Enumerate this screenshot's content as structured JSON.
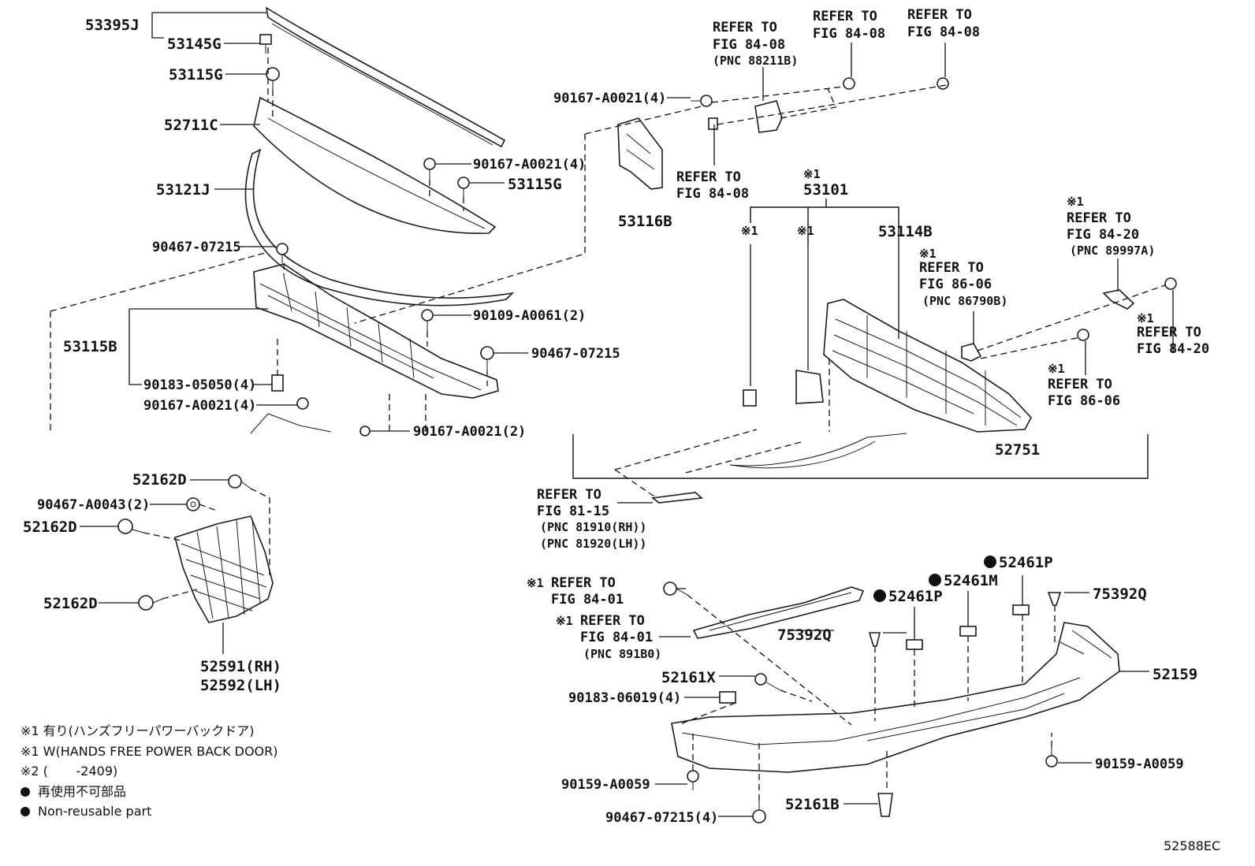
{
  "parts": {
    "p53395J": "53395J",
    "p53145G": "53145G",
    "p53115G_a": "53115G",
    "p52711C": "52711C",
    "p53121J": "53121J",
    "p90467_07215_a": "90467-07215",
    "p53115B": "53115B",
    "p90183_05050": "90183-05050(4)",
    "p90167_A0021_b": "90167-A0021(4)",
    "p90167_A0021_c": "90167-A0021(2)",
    "p90167_A0021_mid": "90167-A0021(4)",
    "p53115G_b": "53115G",
    "p90109": "90109-A0061(2)",
    "p90467_07215_b": "90467-07215",
    "p90167_A0021_top": "90167-A0021(4)",
    "p53116B": "53116B",
    "p53101": "53101",
    "p53114B": "53114B",
    "p52751": "52751",
    "p52162D_a": "52162D",
    "p90467_A0043": "90467-A0043(2)",
    "p52162D_b": "52162D",
    "p52162D_c": "52162D",
    "p52591": "52591(RH)",
    "p52592": "52592(LH)",
    "p52461P_a": "52461P",
    "p52461M": "52461M",
    "p52461P_b": "52461P",
    "p75392Q_a": "75392Q",
    "p75392Q_b": "75392Q",
    "p52161X": "52161X",
    "p90183_06019": "90183-06019(4)",
    "p52159": "52159",
    "p90159_A0059_a": "90159-A0059",
    "p90159_A0059_b": "90159-A0059",
    "p90467_07215_c": "90467-07215(4)",
    "p52161B": "52161B"
  },
  "refs": {
    "refer_to": "REFER TO",
    "fig_84_08": "FIG 84-08",
    "pnc_88211B": "(PNC 88211B)",
    "fig_84_20": "FIG 84-20",
    "pnc_89997A": "(PNC 89997A)",
    "fig_86_06": "FIG 86-06",
    "pnc_86790B": "(PNC 86790B)",
    "fig_81_15": "FIG 81-15",
    "pnc_81910": "(PNC 81910(RH))",
    "pnc_81920": "(PNC 81920(LH))",
    "fig_84_01": "FIG 84-01",
    "pnc_891B0": "(PNC 891B0)",
    "mark1": "※1"
  },
  "notes": {
    "n1": "※1 有り(ハンズフリーパワーバックドア)",
    "n2": "※1 W(HANDS FREE POWER BACK DOOR)",
    "n3": "※2 (       -2409)",
    "n4": "再使用不可部品",
    "n5": "Non-reusable part"
  },
  "diagram_code": "52588EC"
}
